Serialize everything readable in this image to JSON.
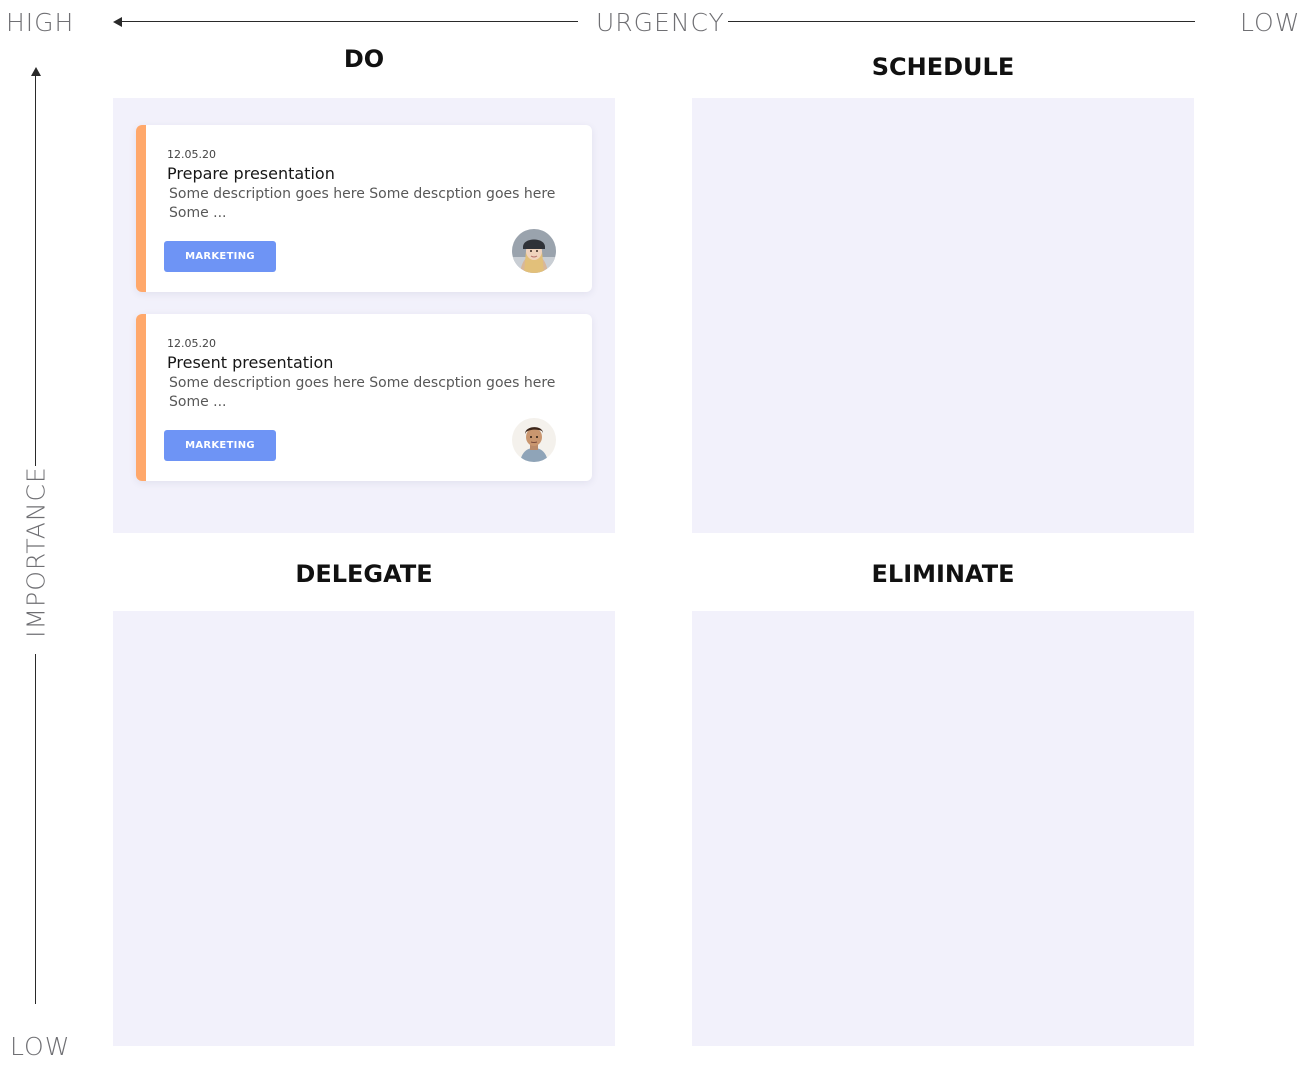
{
  "axes": {
    "urgency": {
      "label": "URGENCY",
      "high": "HIGH",
      "low": "LOW"
    },
    "importance": {
      "label": "IMPORTANCE",
      "low": "LOW"
    }
  },
  "quadrants": {
    "do": {
      "title": "DO"
    },
    "schedule": {
      "title": "SCHEDULE"
    },
    "delegate": {
      "title": "DELEGATE"
    },
    "eliminate": {
      "title": "ELIMINATE"
    }
  },
  "tasks": [
    {
      "date": "12.05.20",
      "title": "Prepare presentation",
      "description": "Some description goes here Some descption goes here Some ...",
      "tag": "MARKETING",
      "avatar": "woman-avatar-icon",
      "accent": "#ffa86b"
    },
    {
      "date": "12.05.20",
      "title": "Present presentation",
      "description": "Some description goes here Some descption goes here Some ...",
      "tag": "MARKETING",
      "avatar": "man-avatar-icon",
      "accent": "#ffa86b"
    }
  ],
  "colors": {
    "quadrant_bg": "#f2f1fb",
    "tag_bg": "#6e94f5",
    "card_accent": "#ffa86b"
  }
}
